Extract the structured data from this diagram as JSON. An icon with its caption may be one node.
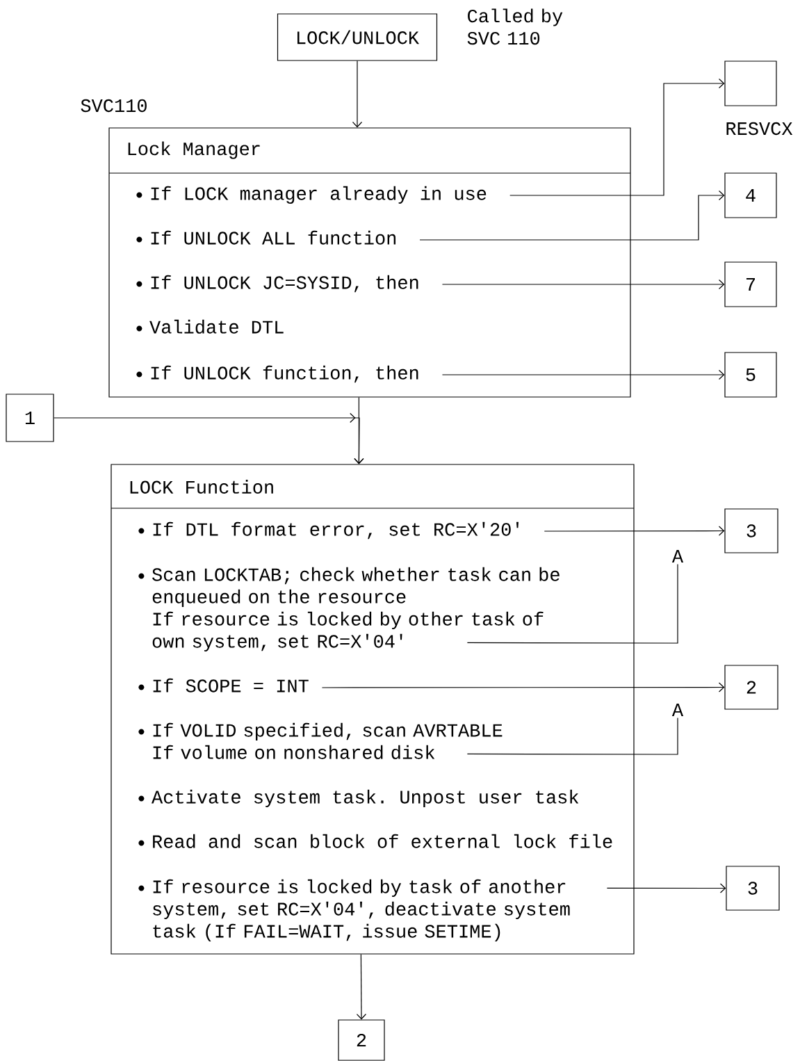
{
  "diagram": {
    "nodes": [
      {
        "text": [
          "LOCK/UNLOCK"
        ],
        "beside": [
          "Called by SVC 110"
        ]
      },
      {
        "text": [
          "Lock Manager"
        ],
        "beside": [
          "SVC110"
        ]
      },
      {
        "text": [
          "If LOCK manager already in use"
        ],
        "in": 1
      },
      {
        "text": [
          "If UNLOCK ALL function"
        ],
        "in": 1
      },
      {
        "text": [
          "If UNLOCK JC=SYSID, then"
        ],
        "in": 1
      },
      {
        "text": [
          "Validate DTL"
        ],
        "in": 1
      },
      {
        "text": [
          "If UNLOCK function, then"
        ],
        "in": 1
      },
      {
        "text": [],
        "shape": "box",
        "beside": [
          "RESVCX"
        ]
      },
      {
        "text": [
          "4"
        ]
      },
      {
        "text": [
          "7"
        ]
      },
      {
        "text": [
          "5"
        ]
      },
      {
        "text": [
          "1"
        ]
      },
      {
        "text": [
          "LOCK Function"
        ]
      },
      {
        "text": [
          "If DTL format error, set RC=X'20'"
        ],
        "in": 12
      },
      {
        "text": [
          "Scan LOCKTAB; check whether task can be enqueued on the resource",
          "If resource is locked by other task of own system, set RC=X'04'"
        ],
        "in": 12
      },
      {
        "text": [
          "If SCOPE = INT"
        ],
        "in": 12
      },
      {
        "text": [
          "If VOLID specified, scan AVRTABLE",
          "If volume on nonshared disk"
        ],
        "in": 12
      },
      {
        "text": [
          "Activate system task. Unpost user task"
        ],
        "in": 12
      },
      {
        "text": [
          "Read and scan block of external lock file"
        ],
        "in": 12
      },
      {
        "text": [
          "If resource is locked by task of another system, set RC=X'04', deactivate system task (If FAIL=WAIT, issue SETIME)"
        ],
        "in": 12
      },
      {
        "text": [
          "3"
        ]
      },
      {
        "text": [
          "2"
        ]
      },
      {
        "text": [
          "3"
        ]
      },
      {
        "text": [
          "2"
        ]
      },
      {
        "text": [
          "A"
        ]
      },
      {
        "text": [
          "A"
        ]
      }
    ],
    "edges": [
      {
        "from": 0,
        "to": 1,
        "arrow": "to"
      },
      {
        "from": 2,
        "to": 7,
        "arrow": "to"
      },
      {
        "from": 3,
        "to": 8,
        "arrow": "to"
      },
      {
        "from": 4,
        "to": 9,
        "arrow": "to"
      },
      {
        "from": 6,
        "to": 10,
        "arrow": "to"
      },
      {
        "from": 1,
        "to": 12,
        "arrow": "to"
      },
      {
        "from": 11,
        "to": 12,
        "arrow": "to"
      },
      {
        "from": 13,
        "to": 20,
        "arrow": "to"
      },
      {
        "from": 14,
        "to": 24,
        "arrow": "none"
      },
      {
        "from": 15,
        "to": 21,
        "arrow": "to"
      },
      {
        "from": 16,
        "to": 25,
        "arrow": "none"
      },
      {
        "from": 19,
        "to": 22,
        "arrow": "to"
      },
      {
        "from": 12,
        "to": 23,
        "arrow": "to"
      }
    ]
  }
}
